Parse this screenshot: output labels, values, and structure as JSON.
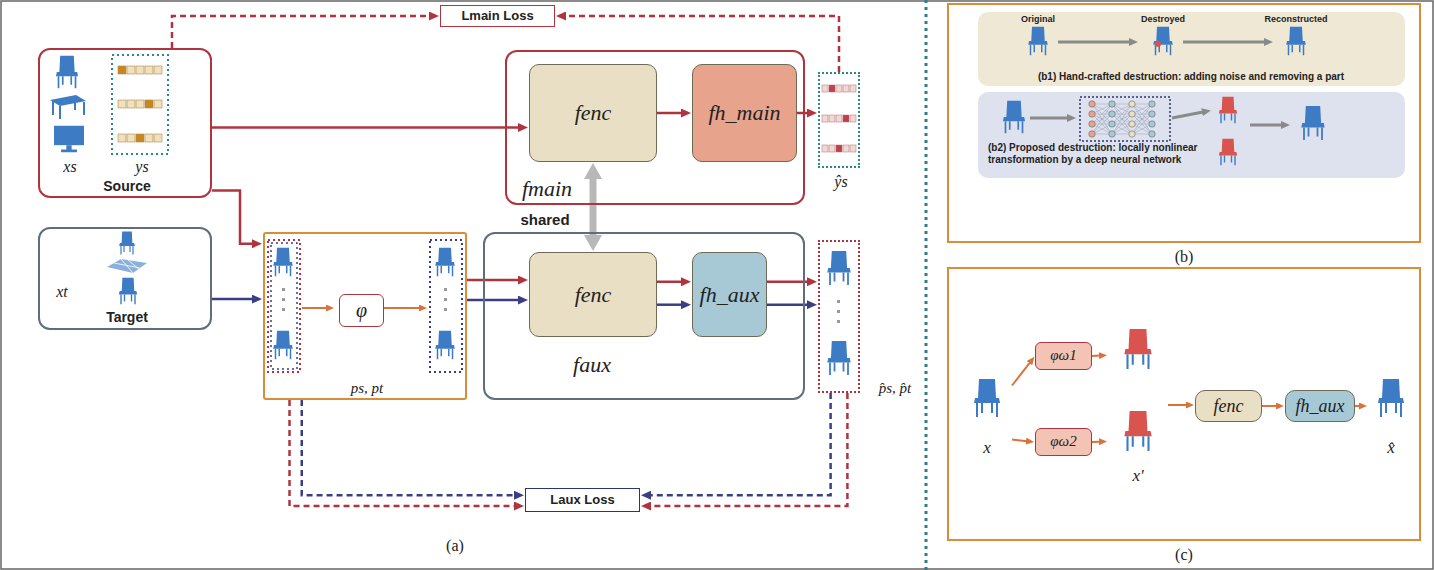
{
  "diagram": {
    "nodes": [
      {
        "text": [
          "Lmain Loss"
        ]
      },
      {
        "text": [
          "xs",
          "ys",
          "Source"
        ]
      },
      {
        "text": [
          "fmain"
        ]
      },
      {
        "text": [
          "fenc"
        ],
        "in": 2
      },
      {
        "text": [
          "fh_main"
        ],
        "in": 2
      },
      {
        "text": [
          "ŷs"
        ]
      },
      {
        "text": [
          "xt",
          "Target"
        ]
      },
      {
        "text": [
          "ps, pt"
        ]
      },
      {
        "text": [
          "φ"
        ],
        "in": 7
      },
      {
        "text": [
          "faux"
        ]
      },
      {
        "text": [
          "fenc"
        ],
        "in": 9
      },
      {
        "text": [
          "fh_aux"
        ],
        "in": 9
      },
      {
        "text": [
          "p̂s, p̂t"
        ]
      },
      {
        "text": [
          "Laux Loss"
        ]
      },
      {
        "text": [
          "Original",
          "Destroyed",
          "Reconstructed",
          "(b1) Hand-crafted destruction: adding noise and removing a part"
        ]
      },
      {
        "text": [
          "(b2) Proposed destruction: locally nonlinear transformation by a deep neural network"
        ]
      },
      {
        "text": [
          "x"
        ]
      },
      {
        "text": [
          "φω1"
        ]
      },
      {
        "text": [
          "φω2"
        ]
      },
      {
        "text": [
          "x'"
        ]
      },
      {
        "text": [
          "fenc"
        ]
      },
      {
        "text": [
          "fh_aux"
        ]
      },
      {
        "text": [
          "x̂"
        ]
      }
    ],
    "edges": [
      {
        "from": 5,
        "to": 0,
        "arrow": "to"
      },
      {
        "from": 1,
        "to": 0,
        "arrow": "to"
      },
      {
        "from": 1,
        "to": 3,
        "arrow": "to"
      },
      {
        "from": 3,
        "to": 4,
        "arrow": "to"
      },
      {
        "from": 4,
        "to": 5,
        "arrow": "to"
      },
      {
        "from": 3,
        "to": 10,
        "label": "shared",
        "arrow": "both"
      },
      {
        "from": 1,
        "to": 7,
        "arrow": "to"
      },
      {
        "from": 6,
        "to": 7,
        "arrow": "to"
      },
      {
        "from": 7,
        "to": 10,
        "arrow": "to"
      },
      {
        "from": 7,
        "to": 10,
        "arrow": "to"
      },
      {
        "from": 10,
        "to": 11,
        "arrow": "to"
      },
      {
        "from": 10,
        "to": 11,
        "arrow": "to"
      },
      {
        "from": 11,
        "to": 12,
        "arrow": "to"
      },
      {
        "from": 11,
        "to": 12,
        "arrow": "to"
      },
      {
        "from": 7,
        "to": 13,
        "arrow": "to"
      },
      {
        "from": 7,
        "to": 13,
        "arrow": "to"
      },
      {
        "from": 12,
        "to": 13,
        "arrow": "to"
      },
      {
        "from": 12,
        "to": 13,
        "arrow": "to"
      },
      {
        "from": 16,
        "to": 17,
        "arrow": "to"
      },
      {
        "from": 16,
        "to": 18,
        "arrow": "to"
      },
      {
        "from": 17,
        "to": 19,
        "arrow": "to"
      },
      {
        "from": 18,
        "to": 19,
        "arrow": "to"
      },
      {
        "from": 19,
        "to": 20,
        "arrow": "to"
      },
      {
        "from": 20,
        "to": 21,
        "arrow": "to"
      },
      {
        "from": 21,
        "to": 22,
        "arrow": "to"
      }
    ],
    "labels": [
      "(a)",
      "(b)",
      "(c)"
    ]
  }
}
